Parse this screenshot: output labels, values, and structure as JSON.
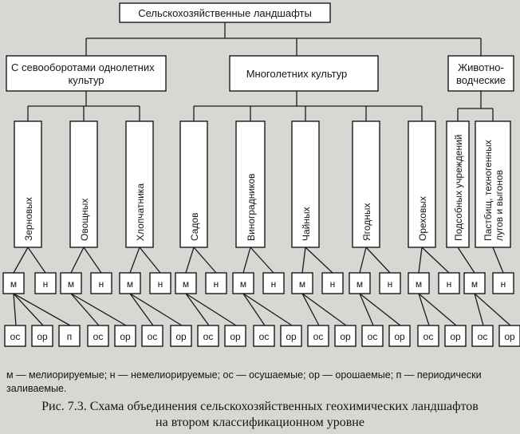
{
  "title": "Сельскохозяйственные ландшафты",
  "groups": [
    {
      "label_lines": [
        "С севооборотами однолетних",
        "культур"
      ]
    },
    {
      "label_lines": [
        "Многолетних культур"
      ]
    },
    {
      "label_lines": [
        "Животно-",
        "водческие"
      ]
    }
  ],
  "subtypes": [
    {
      "label_lines": [
        "Зерновых"
      ]
    },
    {
      "label_lines": [
        "Овощных"
      ]
    },
    {
      "label_lines": [
        "Хлопчатника"
      ]
    },
    {
      "label_lines": [
        "Садов"
      ]
    },
    {
      "label_lines": [
        "Виноградников"
      ]
    },
    {
      "label_lines": [
        "Чайных"
      ]
    },
    {
      "label_lines": [
        "Ягодных"
      ]
    },
    {
      "label_lines": [
        "Ореховых"
      ]
    },
    {
      "label_lines": [
        "Подсобных учреждений"
      ]
    },
    {
      "label_lines": [
        "Пастбищ, техногенных",
        "лугов и выгонов"
      ]
    }
  ],
  "level3": [
    "м",
    "н",
    "м",
    "н",
    "м",
    "н",
    "м",
    "н",
    "м",
    "н",
    "м",
    "н",
    "м",
    "н",
    "м",
    "н",
    "м",
    "н",
    "м",
    "н"
  ],
  "level4": [
    "ос",
    "ор",
    "п",
    "ос",
    "ор",
    "ос",
    "ор",
    "ос",
    "ор",
    "ос",
    "ор",
    "ос",
    "ор",
    "ос",
    "ор",
    "ос",
    "ор",
    "ос",
    "ор",
    "ос",
    "ор"
  ],
  "legend": "м — мелиорируемые; н — немелиорируемые; ос — осушаемые; ор — орошаемые; п — периодически заливаемые.",
  "caption": {
    "line1": "Рис. 7.3. Схама объединения сельскохозяйственных геохимических ландшафтов",
    "line2": "на втором классификационном уровне"
  }
}
